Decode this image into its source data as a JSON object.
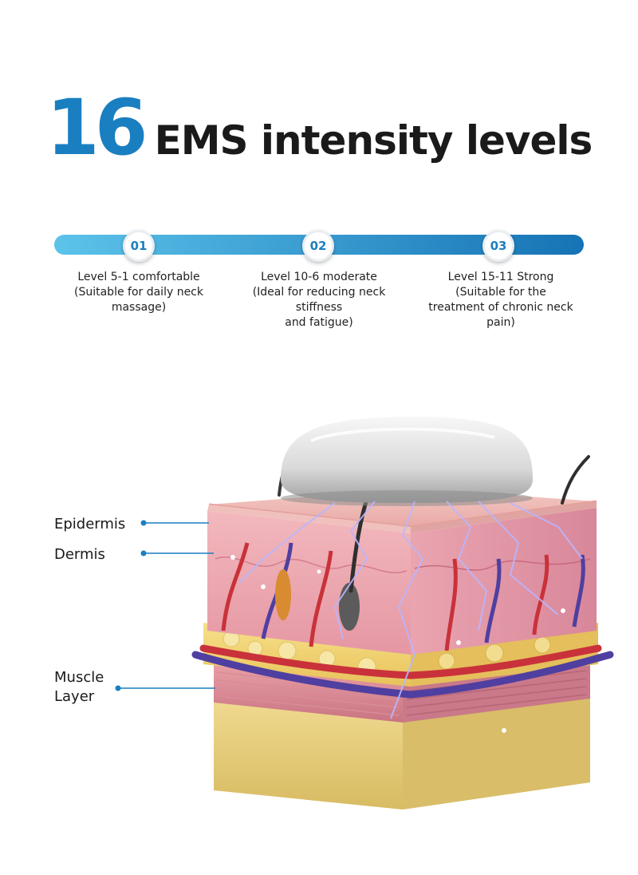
{
  "headline": {
    "number": "16",
    "text": "EMS intensity levels"
  },
  "colors": {
    "accent_blue": "#1a7fc0",
    "timeline_light": "#5cc3ea",
    "timeline_dark": "#1673b5",
    "text_dark": "#1a1a1a"
  },
  "steps": [
    {
      "number": "01",
      "description": "Level 5-1 comfortable\n(Suitable for daily neck\nmassage)"
    },
    {
      "number": "02",
      "description": "Level 10-6 moderate\n(Ideal for reducing neck\nstiffness\nand fatigue)"
    },
    {
      "number": "03",
      "description": "Level 15-11 Strong\n(Suitable for the\ntreatment of chronic neck\npain)"
    }
  ],
  "layers": {
    "epidermis": "Epidermis",
    "dermis": "Dermis",
    "muscle": "Muscle\nLayer"
  }
}
